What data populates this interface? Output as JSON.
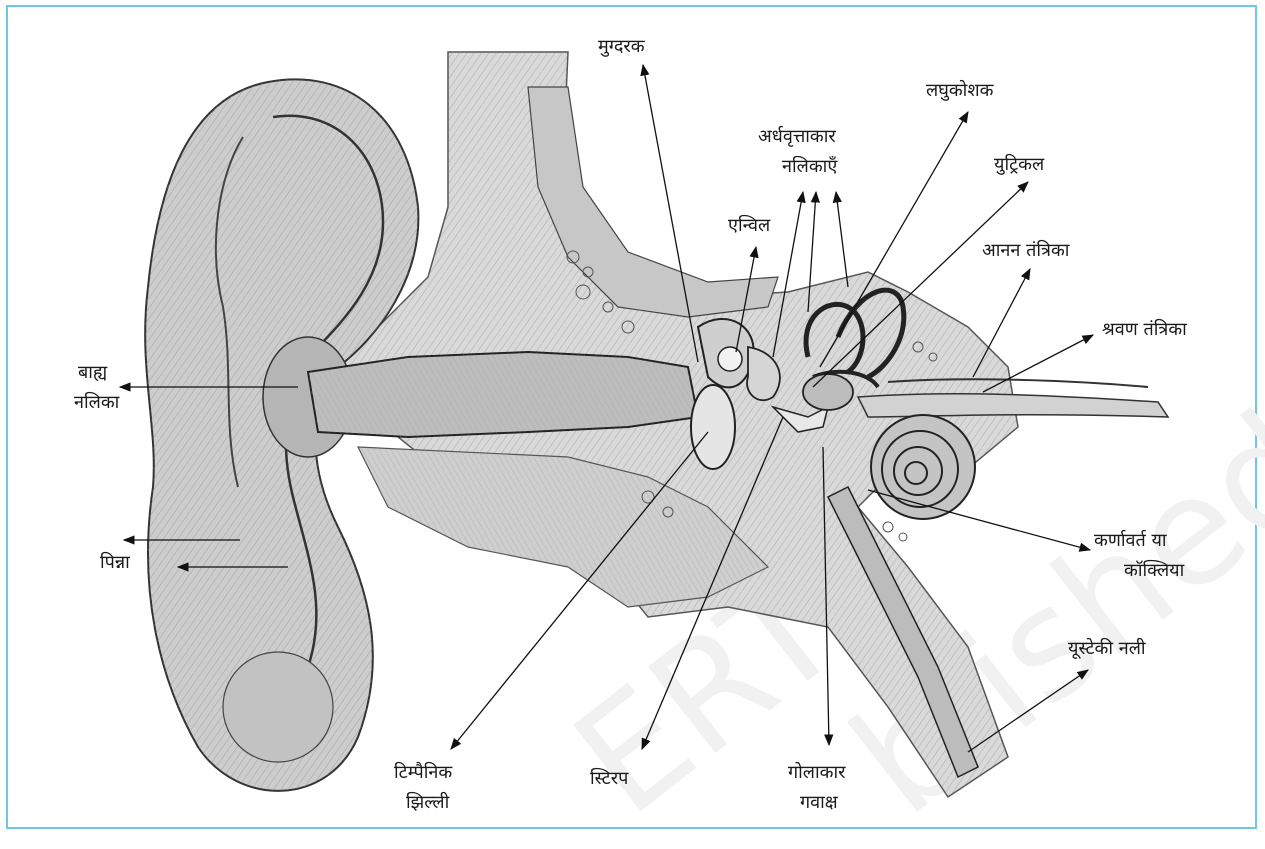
{
  "diagram": {
    "labels": {
      "mudgarak": "मुग्दरक",
      "laghukoshak": "लघुकोशक",
      "ardhavrittakar_line1": "अर्धवृत्ताकार",
      "ardhavrittakar_line2": "नलिकाएँ",
      "yutrikal": "युट्रिकल",
      "envil": "एन्विल",
      "anan_tantrika": "आनन तंत्रिका",
      "shravan_tantrika": "श्रवण तंत्रिका",
      "bahya_line1": "बाह्य",
      "bahya_line2": "नलिका",
      "pinna": "पिन्ना",
      "karnavart_line1": "कर्णावर्त या",
      "karnavart_line2": "कॉक्लिया",
      "eustachi": "यूस्टेकी नली",
      "tympanic_line1": "टिम्पैनिक",
      "tympanic_line2": "झिल्ली",
      "stirrup": "स्टिरप",
      "golakar_line1": "गोलाकार",
      "golakar_line2": "गवाक्ष"
    },
    "watermark": {
      "left": "ERT",
      "right": "blished"
    }
  }
}
